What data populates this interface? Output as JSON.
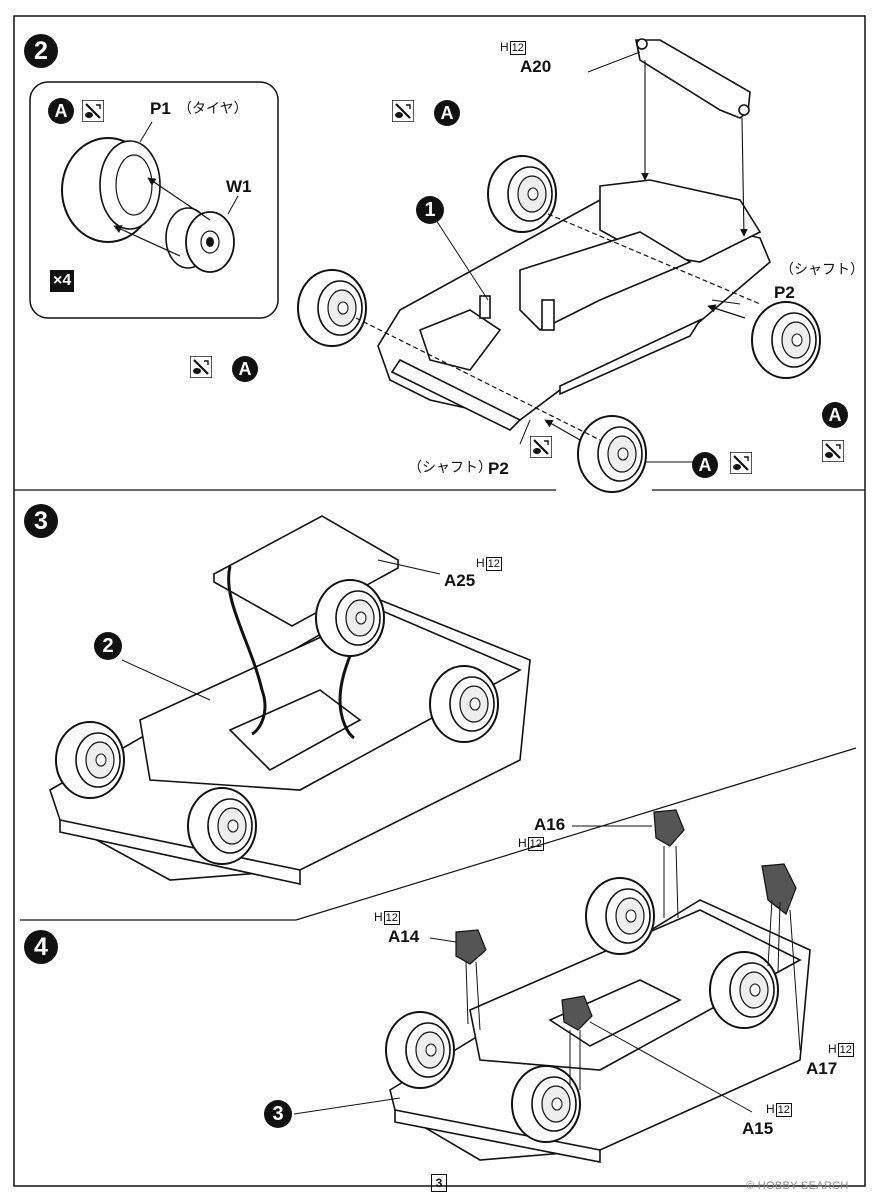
{
  "steps": {
    "step2": {
      "number": "2",
      "inset": {
        "callout": "A",
        "p1_label": "P1",
        "p1_note": "（タイヤ）",
        "w1_label": "W1",
        "multiplier": "×4"
      },
      "callouts": [
        "A",
        "A",
        "A",
        "A"
      ],
      "part_1": "1",
      "a20": {
        "color_code_letter": "H",
        "color_code_number": "12",
        "label": "A20"
      },
      "shaft_right_note": "（シャフト）",
      "shaft_right_label": "P2",
      "shaft_left_note": "（シャフト）",
      "shaft_left_label": "P2"
    },
    "step3": {
      "number": "3",
      "part_2": "2",
      "a25": {
        "color_code_letter": "H",
        "color_code_number": "12",
        "label": "A25"
      }
    },
    "step4": {
      "number": "4",
      "part_3": "3",
      "a16": {
        "label": "A16",
        "color_code_letter": "H",
        "color_code_number": "12"
      },
      "a14": {
        "label": "A14",
        "color_code_letter": "H",
        "color_code_number": "12"
      },
      "a17": {
        "label": "A17",
        "color_code_letter": "H",
        "color_code_number": "12"
      },
      "a15": {
        "label": "A15",
        "color_code_letter": "H",
        "color_code_number": "12"
      }
    }
  },
  "page_number": "3",
  "watermark": "© HOBBY SEARCH",
  "icons": {
    "glue": "glue-cement-icon",
    "step_marker": "numbered-step-circle"
  }
}
